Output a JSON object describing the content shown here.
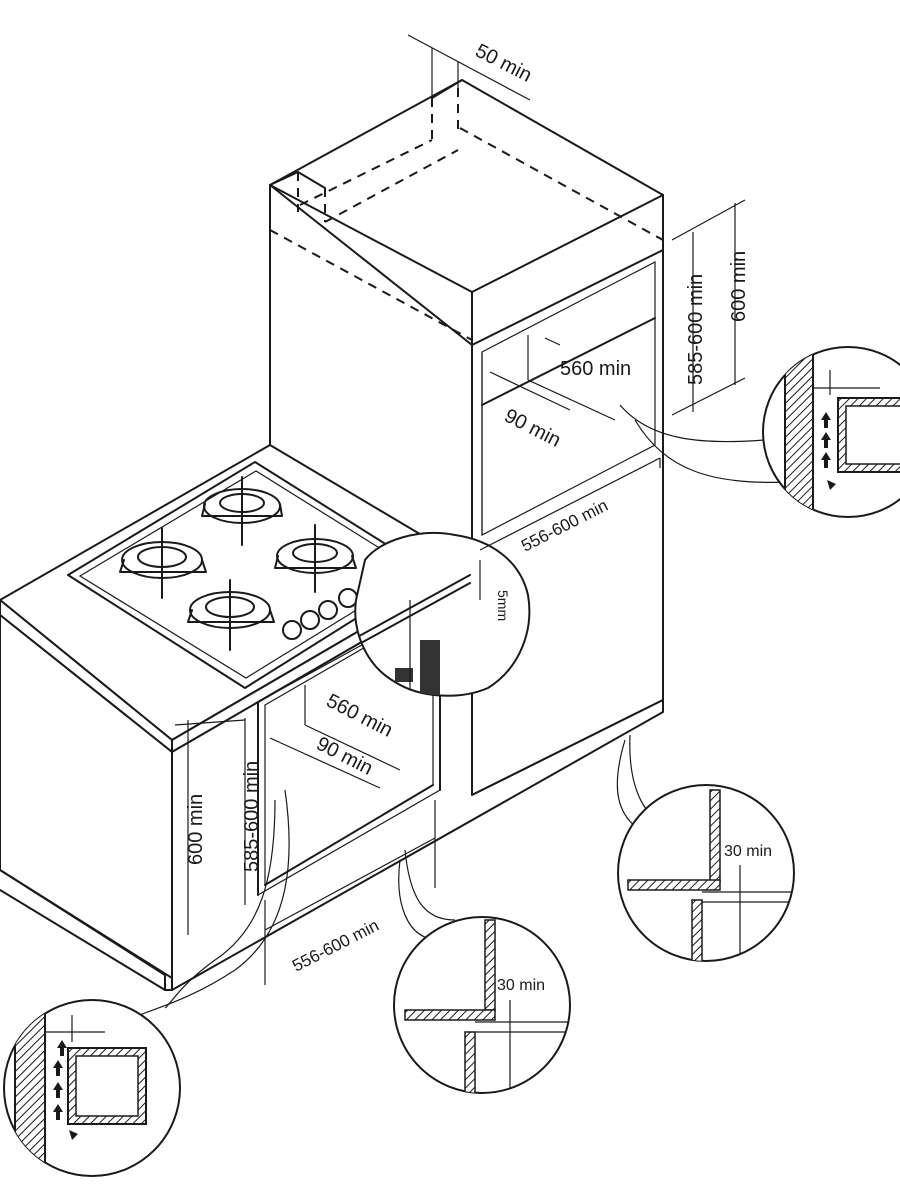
{
  "dimensions": {
    "top_gap": "50 min",
    "tall_height": "600 min",
    "tall_niche_height": "585-600 min",
    "tall_niche_depth": "560 min",
    "tall_back_gap": "90 min",
    "tall_width": "556-600 min",
    "hob_gap": "5mm",
    "base_niche_depth": "560 min",
    "base_back_gap": "90 min",
    "base_height": "600 min",
    "base_niche_height": "585-600 min",
    "base_width": "556-600 min",
    "detail_plinth_gap_left": "30 min",
    "detail_plinth_gap_right": "30 min"
  },
  "colors": {
    "line": "#1a1a1a",
    "hatch": "#1a1a1a",
    "background": "#ffffff"
  },
  "icons": {
    "airflow": "arrow-up-icon",
    "hatch": "wall-hatch-pattern"
  }
}
